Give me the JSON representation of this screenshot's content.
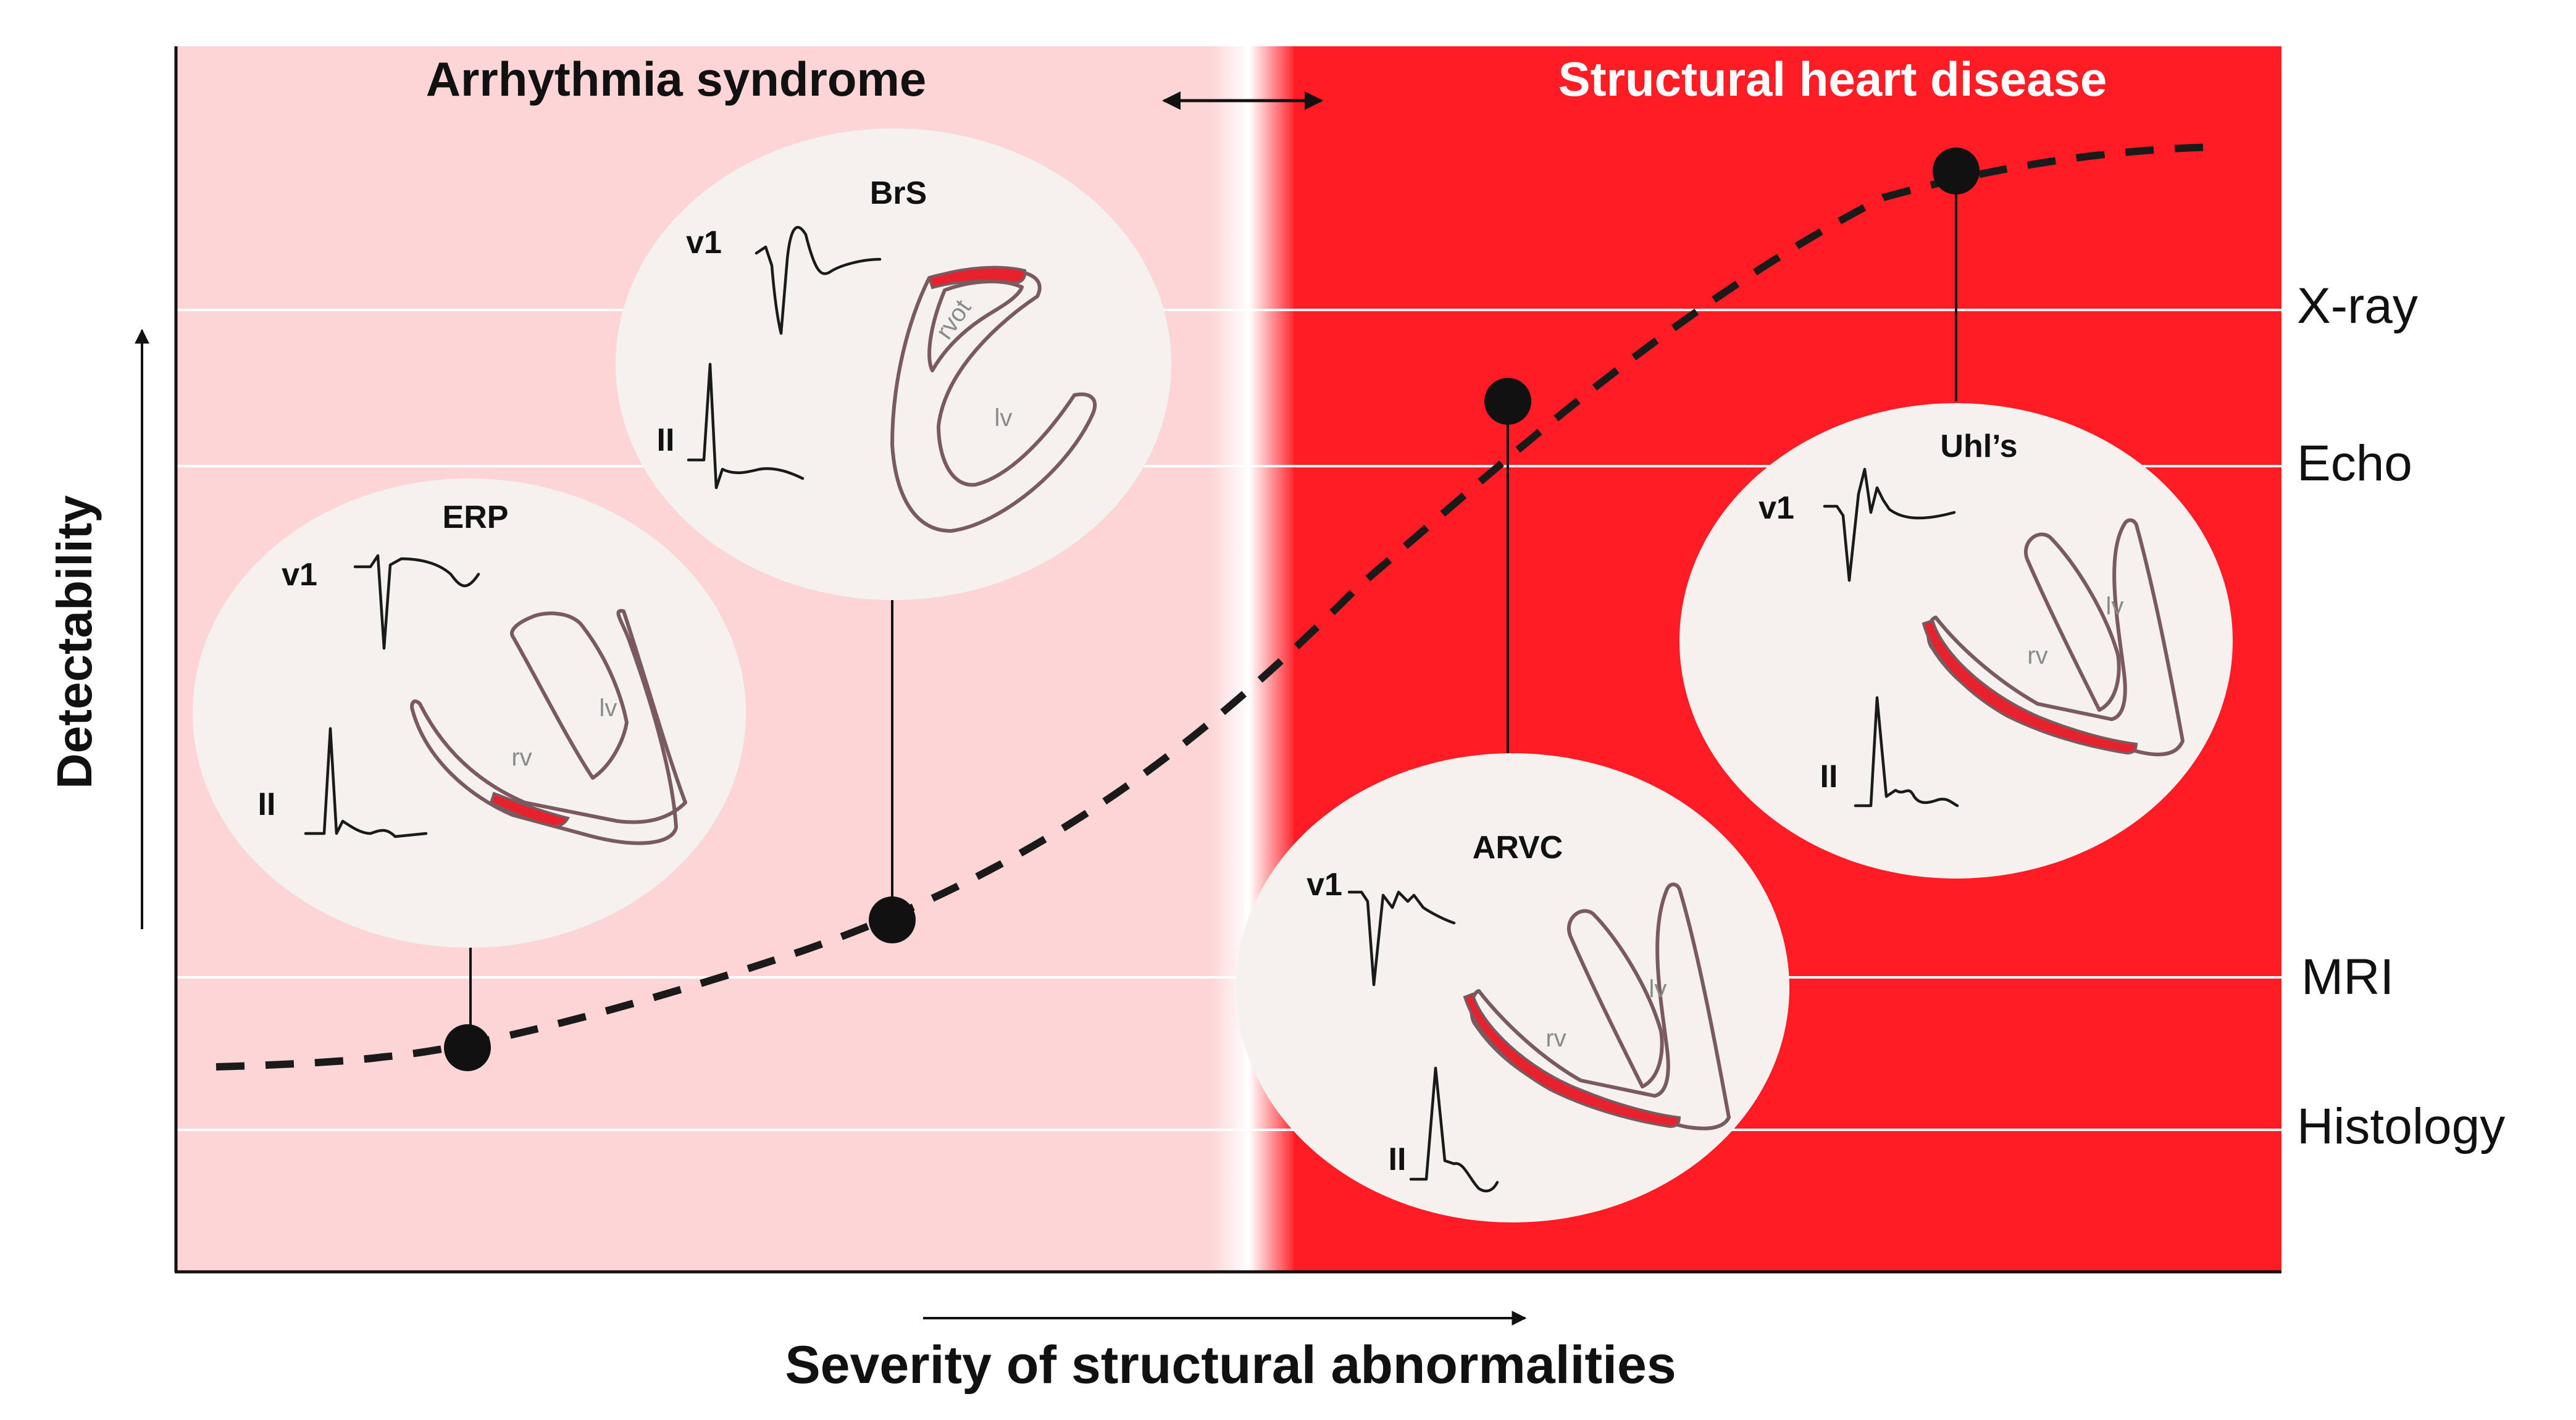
{
  "regions": {
    "left_title": "Arrhythmia syndrome",
    "right_title": "Structural heart disease",
    "left_color": "#fdd5d7",
    "right_color": "#ff1c24"
  },
  "axes": {
    "y_label": "Detectability",
    "x_label": "Severity of structural abnormalities"
  },
  "detection_levels": [
    {
      "label": "X-ray"
    },
    {
      "label": "Echo"
    },
    {
      "label": "MRI"
    },
    {
      "label": "Histology"
    }
  ],
  "conditions": [
    {
      "name": "ERP",
      "lead_top": "v1",
      "lead_bottom": "II",
      "chambers": [
        "lv",
        "rv"
      ]
    },
    {
      "name": "BrS",
      "lead_top": "v1",
      "lead_bottom": "II",
      "chambers": [
        "rvot",
        "lv"
      ]
    },
    {
      "name": "ARVC",
      "lead_top": "v1",
      "lead_bottom": "II",
      "chambers": [
        "lv",
        "rv"
      ]
    },
    {
      "name": "Uhl’s",
      "lead_top": "v1",
      "lead_bottom": "II",
      "chambers": [
        "lv",
        "rv"
      ]
    }
  ],
  "icons": [
    "double-headed-arrow-icon",
    "up-arrow-icon",
    "right-arrow-icon"
  ],
  "colors": {
    "curve": "#1a1a1a",
    "lesion": "#e8222d",
    "bubble": "#f4f1ef"
  }
}
